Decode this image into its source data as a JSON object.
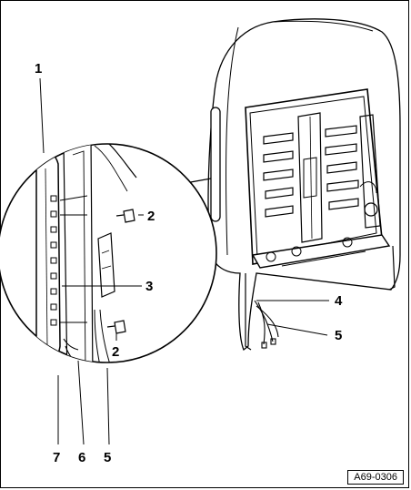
{
  "figure_ref": "A69-0306",
  "callouts": {
    "c1": "1",
    "c2_upper": "2",
    "c2_lower": "2",
    "c3": "3",
    "c4": "4",
    "c5_right": "5",
    "c5_bottom": "5",
    "c6": "6",
    "c7": "7"
  },
  "components": [
    {
      "id": "seat-backrest-frame",
      "icon": "backrest-frame-icon"
    },
    {
      "id": "detail-magnifier",
      "icon": "magnifier-circle-icon"
    },
    {
      "id": "side-trim-panel",
      "icon": "trim-panel-icon"
    },
    {
      "id": "clip-upper",
      "icon": "clip-icon"
    },
    {
      "id": "clip-lower",
      "icon": "clip-icon"
    },
    {
      "id": "wiring-harness",
      "icon": "wire-harness-icon"
    }
  ]
}
